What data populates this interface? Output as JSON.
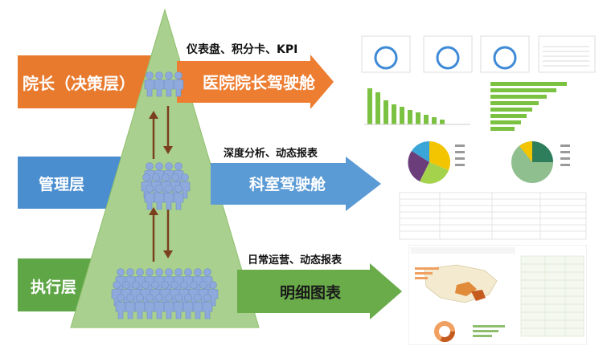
{
  "diagram": {
    "tiers": [
      {
        "id": "dean",
        "label": "院长（决策层）",
        "caption": "仪表盘、积分卡、KPI",
        "destination": "医院院长驾驶舱",
        "band_color": "#e87a2e",
        "arrow_color": "#ed7d31"
      },
      {
        "id": "management",
        "label": "管理层",
        "caption": "深度分析、动态报表",
        "destination": "科室驾驶舱",
        "band_color": "#4a8ed0",
        "arrow_color": "#5b9bd5"
      },
      {
        "id": "execution",
        "label": "执行层",
        "caption": "日常运营、动态报表",
        "destination": "明细图表",
        "band_color": "#5fa646",
        "arrow_color": "#6aab4a"
      }
    ],
    "colors": {
      "pyramid_fill": "#a9d08e",
      "pyramid_stroke": "#8fbf6e",
      "people": "#8ea9db",
      "people_stroke": "#6f8fc4",
      "link_arrow": "#7b3f1d"
    },
    "icons": [
      "people-group-icon",
      "up-down-arrow-icon"
    ]
  }
}
